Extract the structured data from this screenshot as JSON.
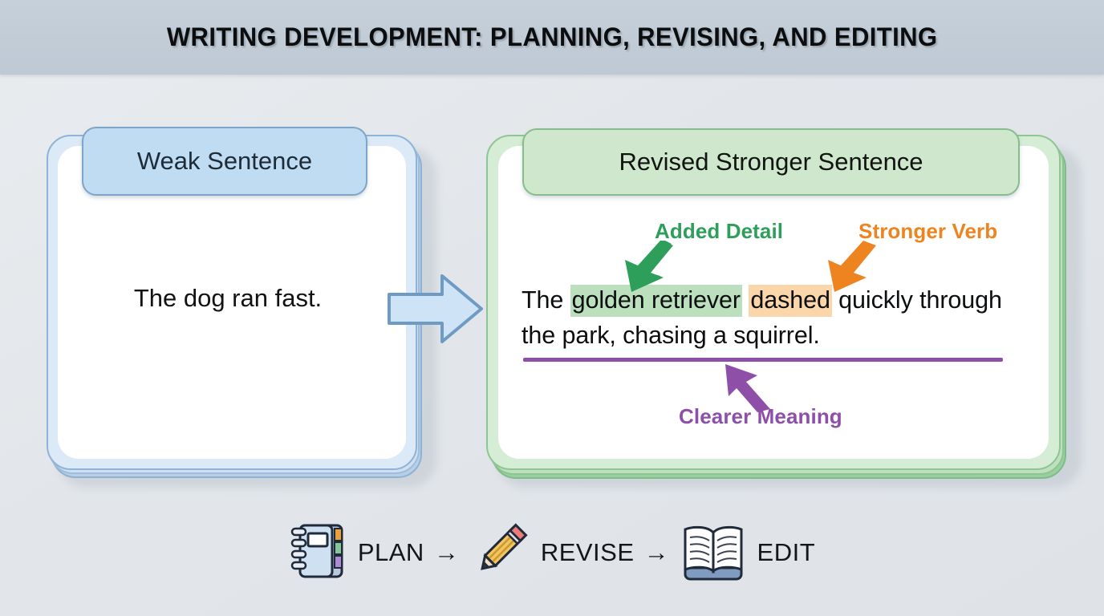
{
  "header": {
    "title": "WRITING DEVELOPMENT: PLANNING, REVISING, AND EDITING",
    "band_color": "#c2ccd7"
  },
  "background_color": "#e4e8ec",
  "left_panel": {
    "tab_label": "Weak Sentence",
    "tab_color": "#bfdcf2",
    "tab_border_color": "#7da5c9",
    "sentence": "The dog ran fast."
  },
  "flow_arrow": {
    "icon": "right-arrow-icon",
    "fill": "#cfe3f6",
    "stroke": "#6e9bc4"
  },
  "right_panel": {
    "tab_label": "Revised Stronger Sentence",
    "tab_color": "#cfe8cd",
    "tab_border_color": "#86bd8a",
    "sentence": {
      "prefix": "The ",
      "added_detail": "golden retriever",
      "space1": " ",
      "stronger_verb": "dashed",
      "suffix": " quickly through the park, chasing a squirrel."
    },
    "annotations": [
      {
        "label": "Added Detail",
        "color": "#2e9e5b",
        "arrow": "down-left-arrow-icon"
      },
      {
        "label": "Stronger Verb",
        "color": "#ee8420",
        "arrow": "down-left-arrow-icon"
      },
      {
        "label": "Clearer Meaning",
        "color": "#8e4fa8",
        "arrow": "up-left-arrow-icon"
      }
    ],
    "highlight_added_detail_color": "#bce0bd",
    "highlight_stronger_verb_color": "#fbd6aa",
    "underline_color": "#8e4fa8"
  },
  "process": {
    "steps": [
      {
        "icon": "notebook-icon",
        "label": "PLAN"
      },
      {
        "icon": "pencil-icon",
        "label": "REVISE"
      },
      {
        "icon": "open-book-icon",
        "label": "EDIT"
      }
    ],
    "separator": "→"
  }
}
